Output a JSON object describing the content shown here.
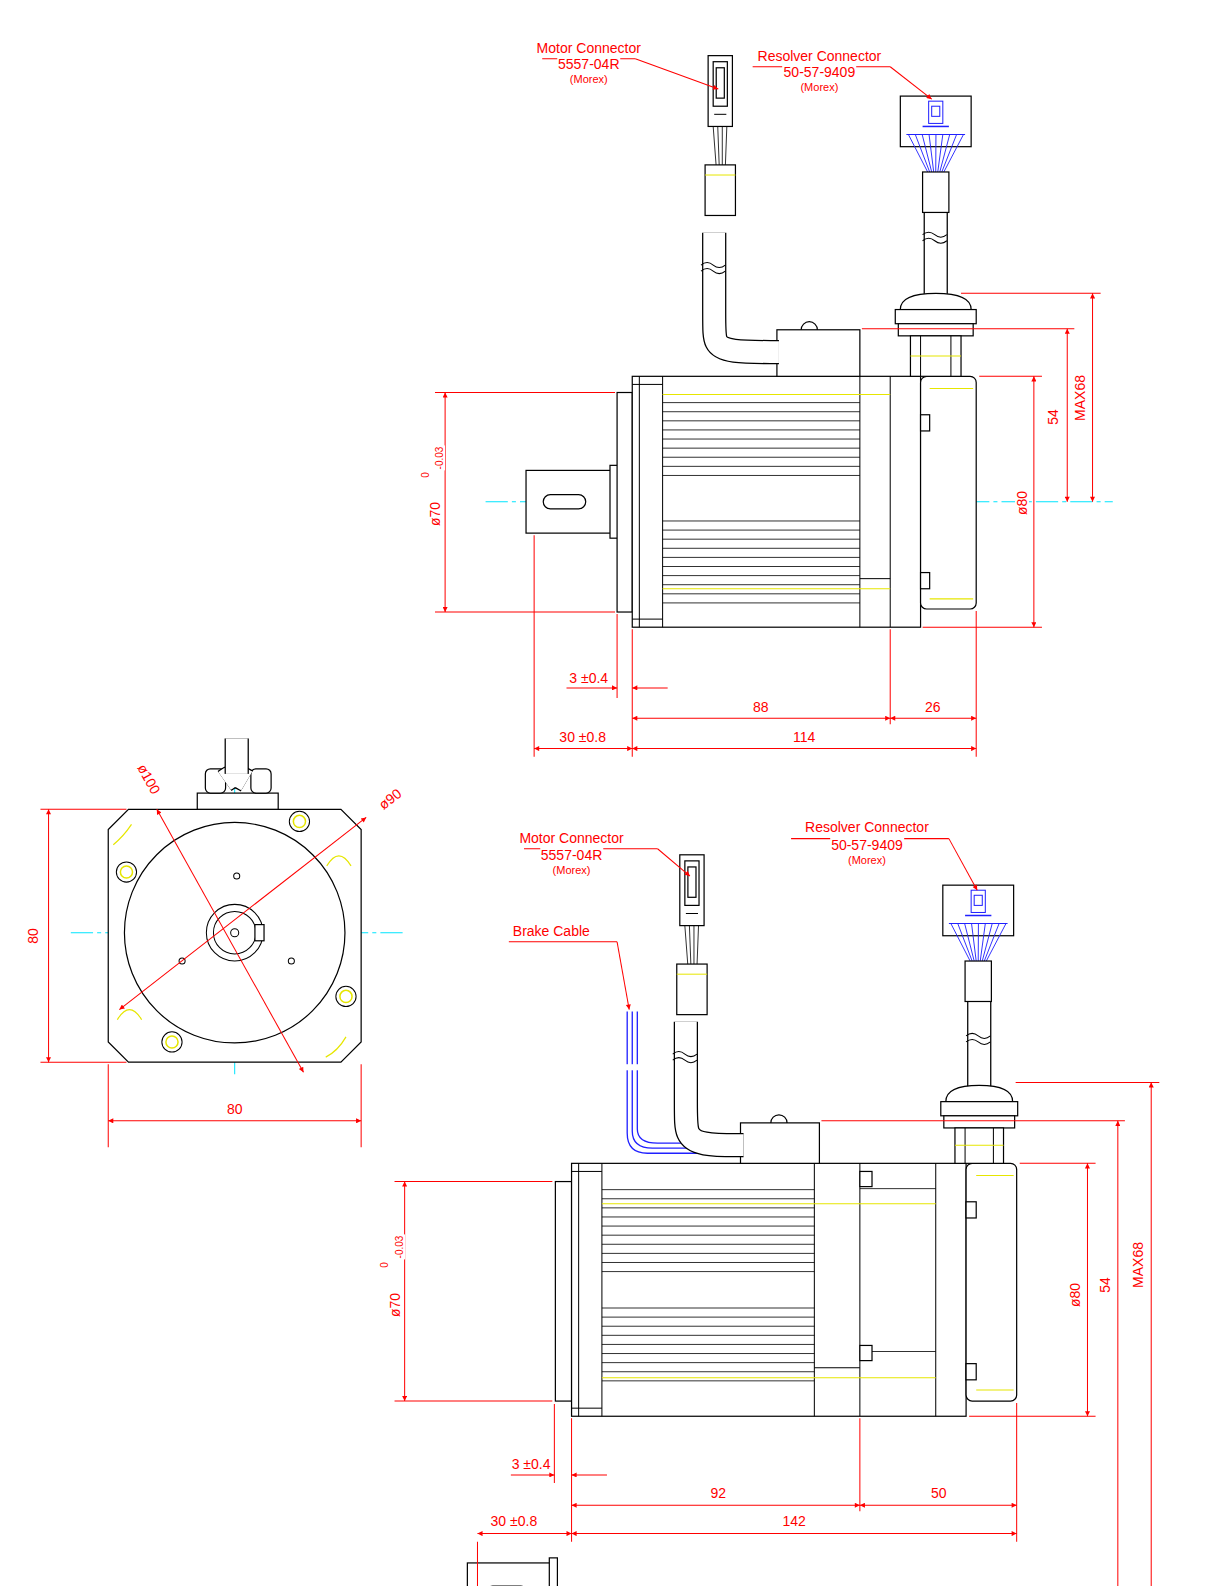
{
  "diagram": {
    "labels": [
      "Motor Connector",
      "5557-04R",
      "(Morex)",
      "Resolver Connector",
      "50-57-9409",
      "(Morex)",
      "54",
      "MAX68",
      "ø70",
      "0",
      "-0.03",
      "ø80",
      "3 ±0.4",
      "88",
      "26",
      "30 ±0.8",
      "114",
      "ø100",
      "ø90",
      "80",
      "80",
      "Motor Connector",
      "5557-04R",
      "(Morex)",
      "Brake Cable",
      "Resolver Connector",
      "50-57-9409",
      "(Morex)",
      "54",
      "MAX68",
      "ø70",
      "0",
      "-0.03",
      "ø80",
      "3 ±0.4",
      "92",
      "50",
      "30 ±0.8",
      "142"
    ]
  }
}
